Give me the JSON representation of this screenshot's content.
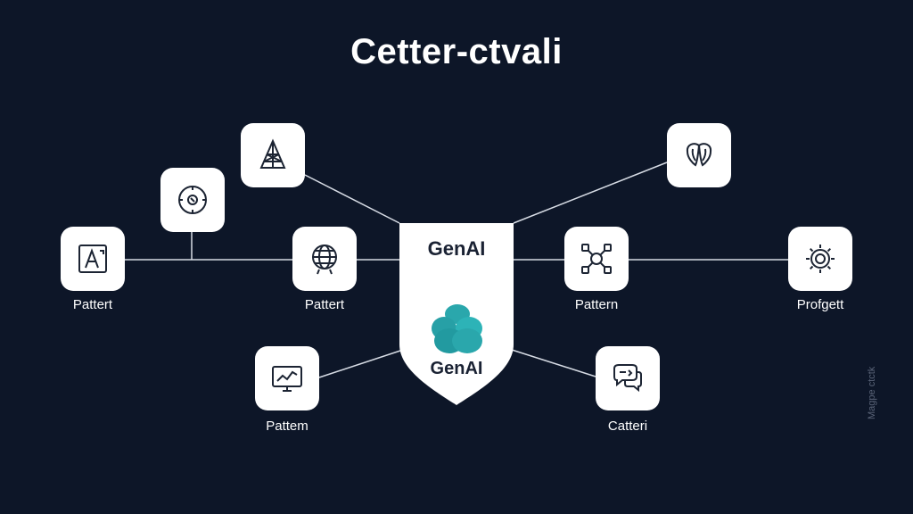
{
  "title": "Cetter-ctvali",
  "center": {
    "title": "GenAI",
    "subtitle": "GenAI",
    "icon": "genai-cluster-icon",
    "accent": "#2aa7ac"
  },
  "nodes": [
    {
      "id": "left-a",
      "icon": "letter-a-frame-icon",
      "label": "Pattert"
    },
    {
      "id": "compass",
      "icon": "compass-icon",
      "label": ""
    },
    {
      "id": "tower",
      "icon": "tower-icon",
      "label": ""
    },
    {
      "id": "globe",
      "icon": "globe-icon",
      "label": "Pattert"
    },
    {
      "id": "monitor",
      "icon": "monitor-chart-icon",
      "label": "Pattem"
    },
    {
      "id": "brain",
      "icon": "brain-icon",
      "label": ""
    },
    {
      "id": "network",
      "icon": "network-hub-icon",
      "label": "Pattern"
    },
    {
      "id": "gear",
      "icon": "gear-target-icon",
      "label": "Profgett"
    },
    {
      "id": "chat",
      "icon": "chat-bubbles-icon",
      "label": "Catteri"
    }
  ],
  "watermark": "Magpe ctctk",
  "colors": {
    "background": "#0d1628",
    "node": "#ffffff",
    "line": "#d6dbe4",
    "icon": "#1c2433"
  }
}
